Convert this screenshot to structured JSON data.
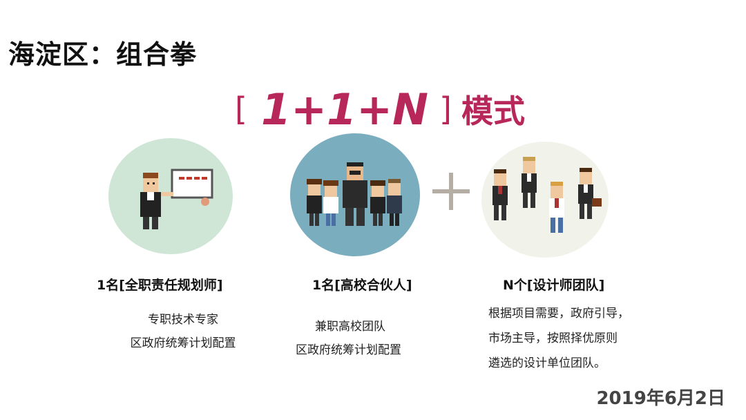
{
  "slide": {
    "title": "海淀区：组合拳",
    "mode": {
      "bracket_left": "[",
      "formula": "1+1+N",
      "bracket_right": "]",
      "suffix": "模式",
      "color": "#b8275a"
    },
    "plus_symbol": "+",
    "items": [
      {
        "heading": "1名[全职责任规划师]",
        "lines": [
          "专职技术专家",
          "区政府统筹计划配置"
        ],
        "icon": "teacher-with-certificate-icon",
        "circle_color": "#cfe6d7"
      },
      {
        "heading": "1名[高校合伙人]",
        "lines": [
          "兼职高校团队",
          "区政府统筹计划配置"
        ],
        "icon": "university-team-icon",
        "circle_color": "#7aaebf"
      },
      {
        "heading": "N个[设计师团队]",
        "lines": [
          "根据项目需要，政府引导，",
          "市场主导，按照择优原则",
          "遴选的设计单位团队。"
        ],
        "icon": "designer-team-icon",
        "circle_color": "#f1f2e9"
      }
    ],
    "date": "2019年6月2日"
  }
}
